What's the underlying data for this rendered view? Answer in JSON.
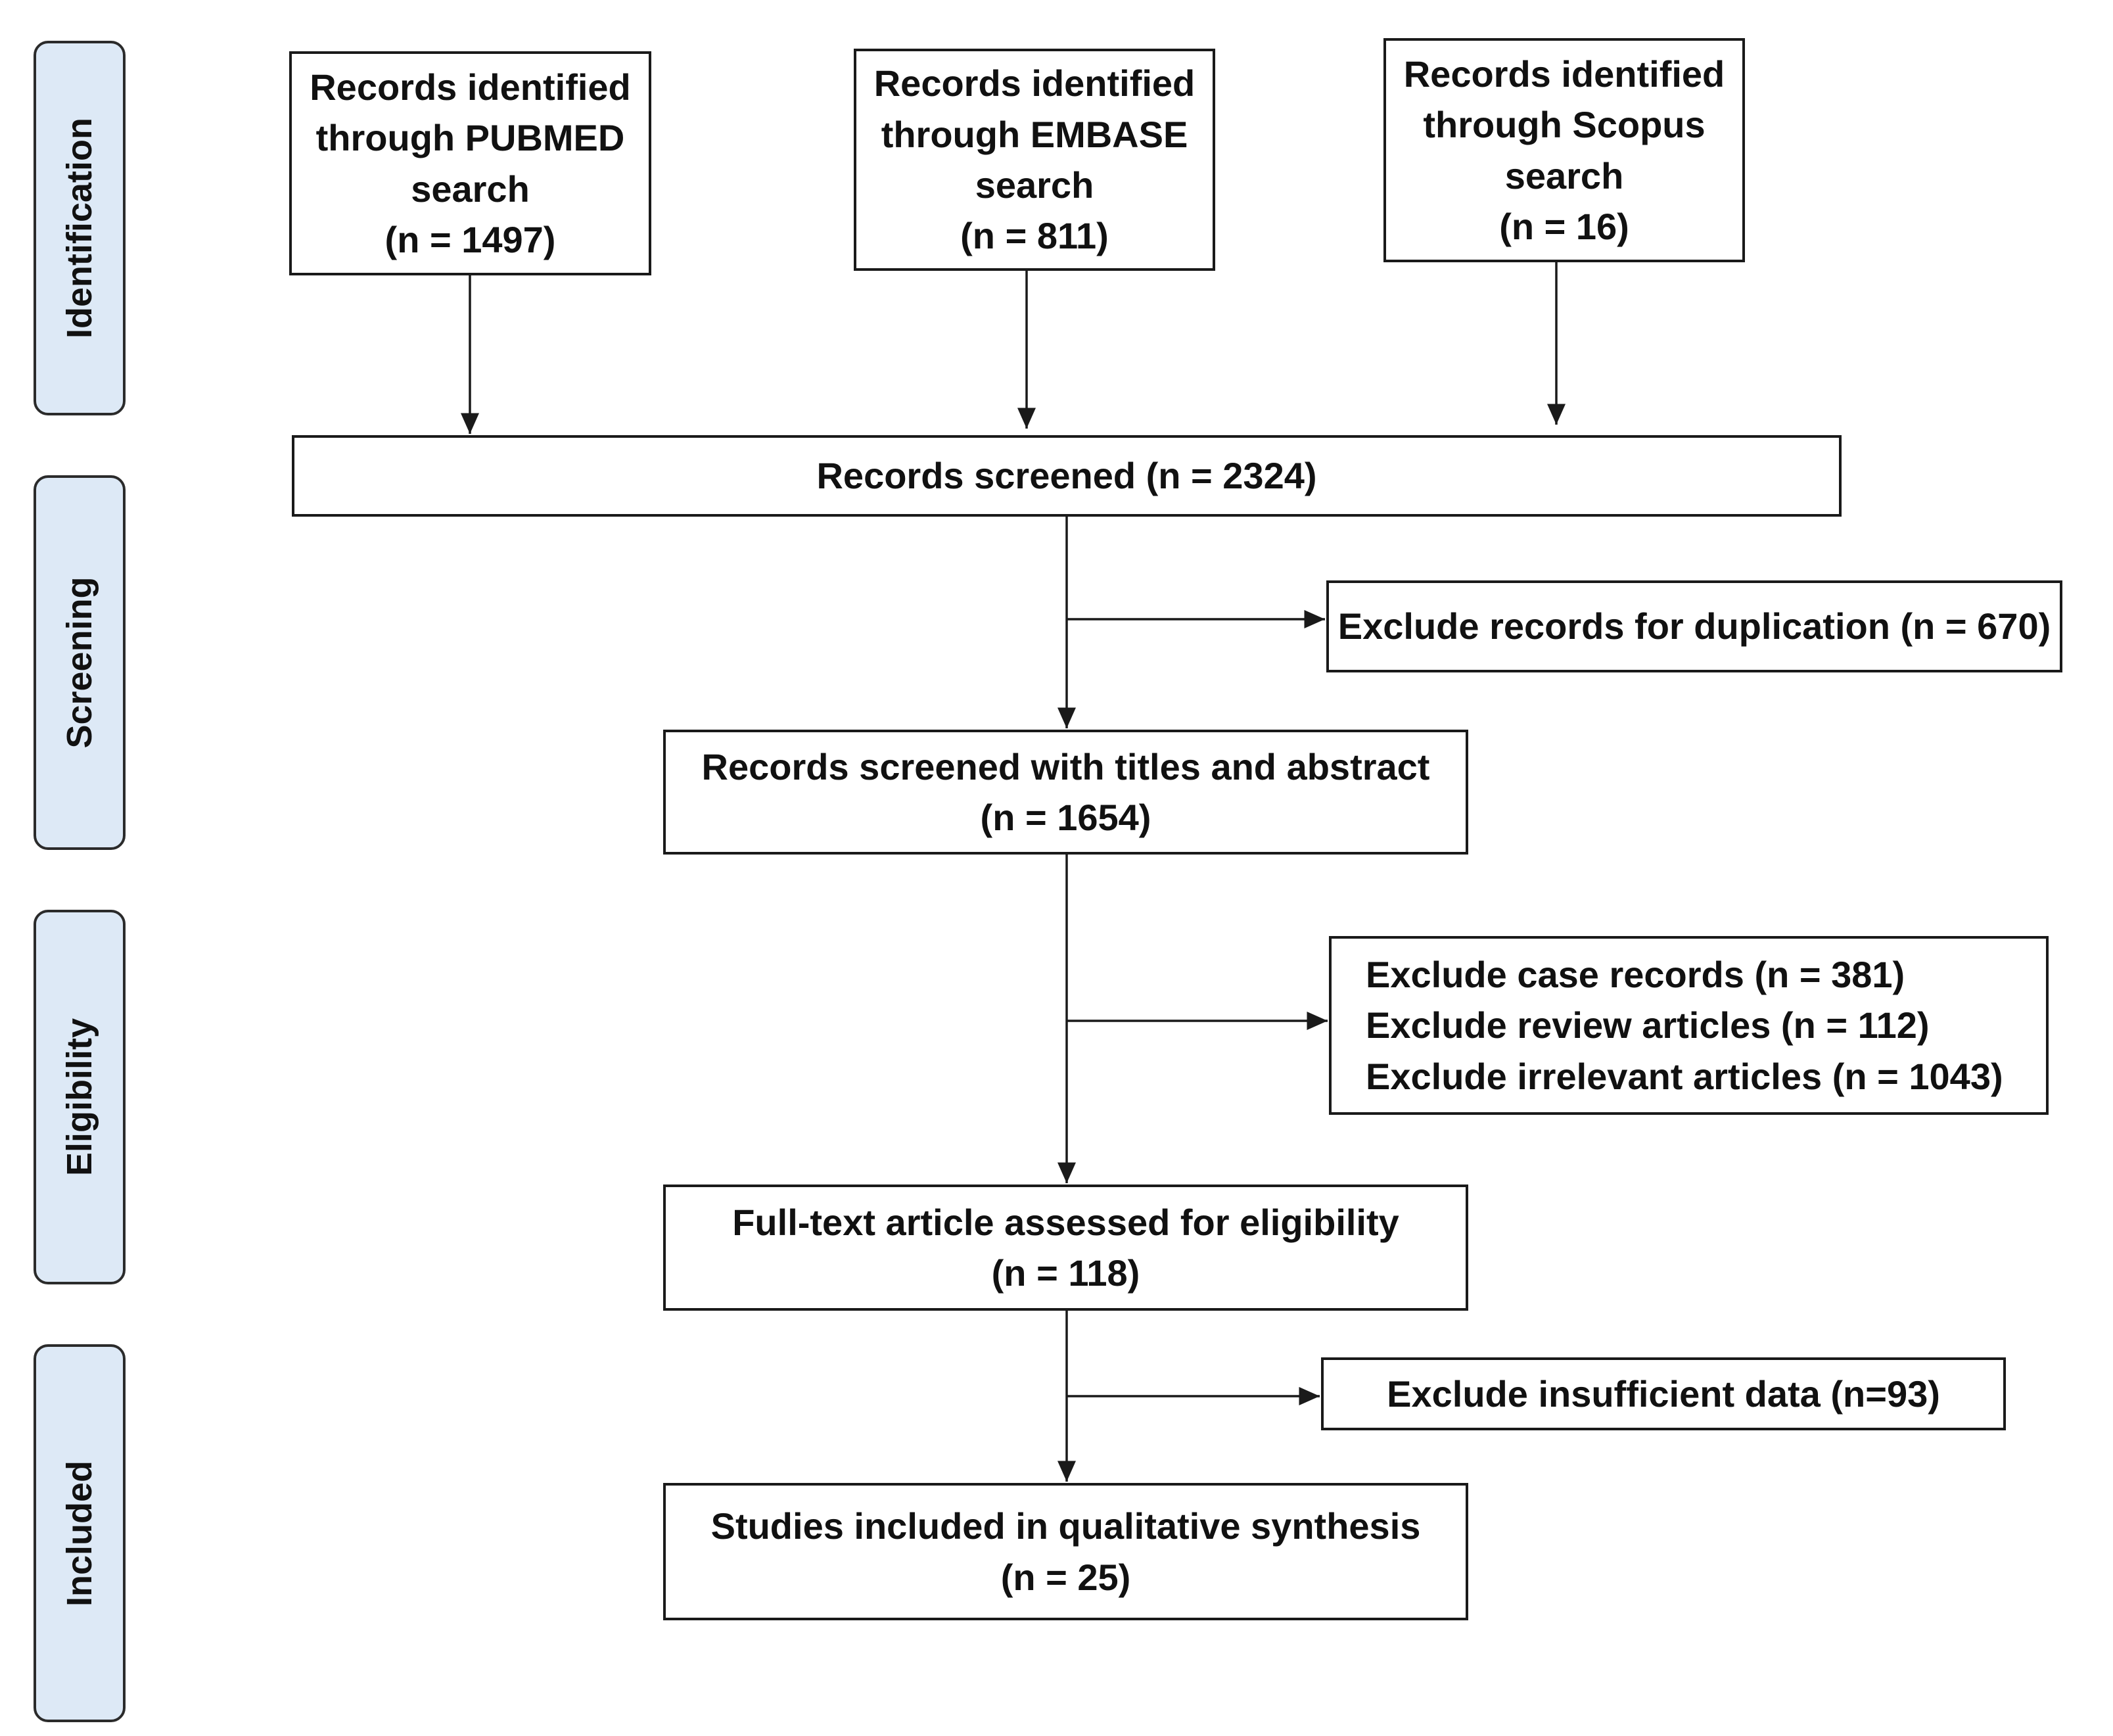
{
  "stages": [
    {
      "id": "identification",
      "label": "Identification"
    },
    {
      "id": "screening",
      "label": "Screening"
    },
    {
      "id": "eligibility",
      "label": "Eligibility"
    },
    {
      "id": "included",
      "label": "Included"
    }
  ],
  "boxes": {
    "pubmed": {
      "lines": [
        "Records identified",
        "through PUBMED",
        "search",
        "(n = 1497)"
      ]
    },
    "embase": {
      "lines": [
        "Records identified",
        "through EMBASE",
        "search",
        "(n = 811)"
      ]
    },
    "scopus": {
      "lines": [
        "Records identified",
        "through Scopus",
        "search",
        "(n = 16)"
      ]
    },
    "screened": {
      "lines": [
        "Records screened (n = 2324)"
      ]
    },
    "duplication": {
      "lines": [
        "Exclude records for duplication (n = 670)"
      ]
    },
    "titles_abstract": {
      "lines": [
        "Records screened with titles and abstract",
        "(n = 1654)"
      ]
    },
    "exclusions": {
      "lines": [
        "Exclude case records (n = 381)",
        "Exclude review articles (n = 112)",
        "Exclude irrelevant articles (n = 1043)"
      ]
    },
    "fulltext": {
      "lines": [
        "Full-text article assessed for eligibility",
        "(n = 118)"
      ]
    },
    "insufficient": {
      "lines": [
        "Exclude insufficient data (n=93)"
      ]
    },
    "included": {
      "lines": [
        "Studies included in qualitative synthesis",
        "(n = 25)"
      ]
    }
  }
}
